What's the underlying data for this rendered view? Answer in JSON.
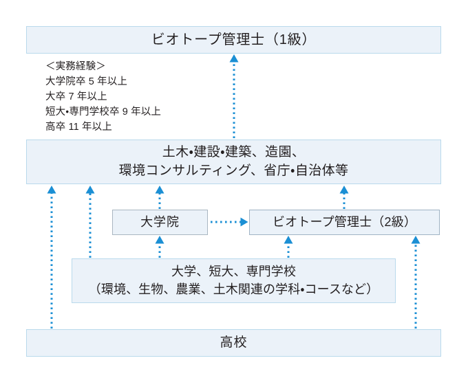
{
  "diagram": {
    "title": "ビオトープ管理士 資格取得ルート図",
    "colors": {
      "box_fill": "#ebf2f9",
      "box_border": "#b9d9ec",
      "arrow": "#1b8fd4",
      "text": "#231f20",
      "background": "#ffffff"
    },
    "nodes": [
      {
        "id": "biotope1",
        "name": "biotope-manager-grade1",
        "label": "ビオトープ管理士（1級）"
      },
      {
        "id": "field",
        "name": "work-field",
        "label": "土木・建設・建築、造園、\n環境コンサルティング、省庁・自治体等"
      },
      {
        "id": "graduate-school",
        "name": "graduate-school",
        "label": "大学院"
      },
      {
        "id": "biotope2",
        "name": "biotope-manager-grade2",
        "label": "ビオトープ管理士（2級）"
      },
      {
        "id": "college",
        "name": "college-junior-college-vocational",
        "label": "大学、短大、専門学校\n（環境、生物、農業、土木関連の学科・コースなど）"
      },
      {
        "id": "highschool",
        "name": "high-school",
        "label": "高校"
      }
    ],
    "note": {
      "name": "practical-experience-note",
      "heading": "＜実務経験＞",
      "lines": [
        "大学院卒 5 年以上",
        "大卒 7 年以上",
        "短大・専門学校卒 9 年以上",
        "高卒 11 年以上"
      ],
      "text": "＜実務経験＞\n大学院卒 5 年以上\n大卒 7 年以上\n短大・専門学校卒 9 年以上\n高卒 11 年以上"
    },
    "connectors": [
      {
        "name": "arrow-field-to-biotope1",
        "from": "field",
        "to": "biotope1",
        "direction": "up",
        "style": "dotted"
      },
      {
        "name": "arrow-highschool-to-field",
        "from": "highschool",
        "to": "field",
        "direction": "up",
        "style": "dotted"
      },
      {
        "name": "arrow-college-to-field",
        "from": "college",
        "to": "field",
        "direction": "up",
        "style": "dotted"
      },
      {
        "name": "arrow-gradschool-to-field",
        "from": "graduate-school",
        "to": "field",
        "direction": "up",
        "style": "dotted"
      },
      {
        "name": "arrow-biotope2-to-field",
        "from": "biotope2",
        "to": "field",
        "direction": "up",
        "style": "dotted"
      },
      {
        "name": "arrow-college-to-gradschool",
        "from": "college",
        "to": "graduate-school",
        "direction": "up",
        "style": "dotted"
      },
      {
        "name": "arrow-gradschool-to-biotope2",
        "from": "graduate-school",
        "to": "biotope2",
        "direction": "right",
        "style": "dotted"
      },
      {
        "name": "arrow-college-to-biotope2",
        "from": "college",
        "to": "biotope2",
        "direction": "up",
        "style": "dotted"
      },
      {
        "name": "arrow-highschool-to-biotope2",
        "from": "highschool",
        "to": "biotope2",
        "direction": "up",
        "style": "dotted"
      }
    ]
  }
}
